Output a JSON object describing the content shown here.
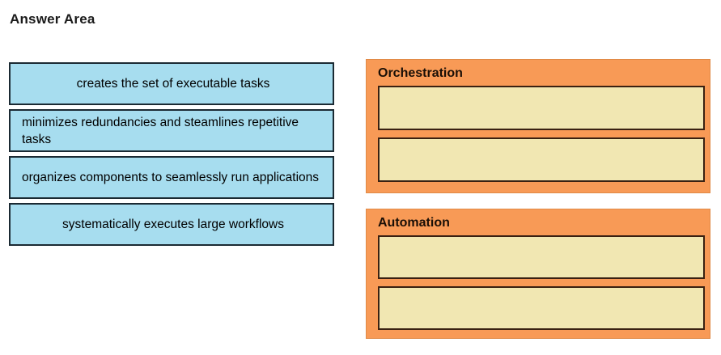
{
  "page": {
    "title": "Answer Area"
  },
  "colors": {
    "tile_blue": "#a7ddef",
    "tile_border": "#1b2a33",
    "panel_orange": "#f89a56",
    "slot_cream": "#f1e7b2",
    "slot_border": "#3a2112",
    "text": "#000000",
    "background": "#ffffff"
  },
  "source_list": {
    "items": [
      {
        "label": "creates the set of executable tasks",
        "align": "center",
        "lines": 1
      },
      {
        "label": "minimizes redundancies and steamlines repetitive tasks",
        "align": "left",
        "lines": 2
      },
      {
        "label": "organizes components to seamlessly run applications",
        "align": "left",
        "lines": 2
      },
      {
        "label": "systematically executes large workflows",
        "align": "center",
        "lines": 1
      }
    ]
  },
  "categories": [
    {
      "name": "Orchestration",
      "slots": [
        {
          "value": ""
        },
        {
          "value": ""
        }
      ]
    },
    {
      "name": "Automation",
      "slots": [
        {
          "value": ""
        },
        {
          "value": ""
        }
      ]
    }
  ]
}
